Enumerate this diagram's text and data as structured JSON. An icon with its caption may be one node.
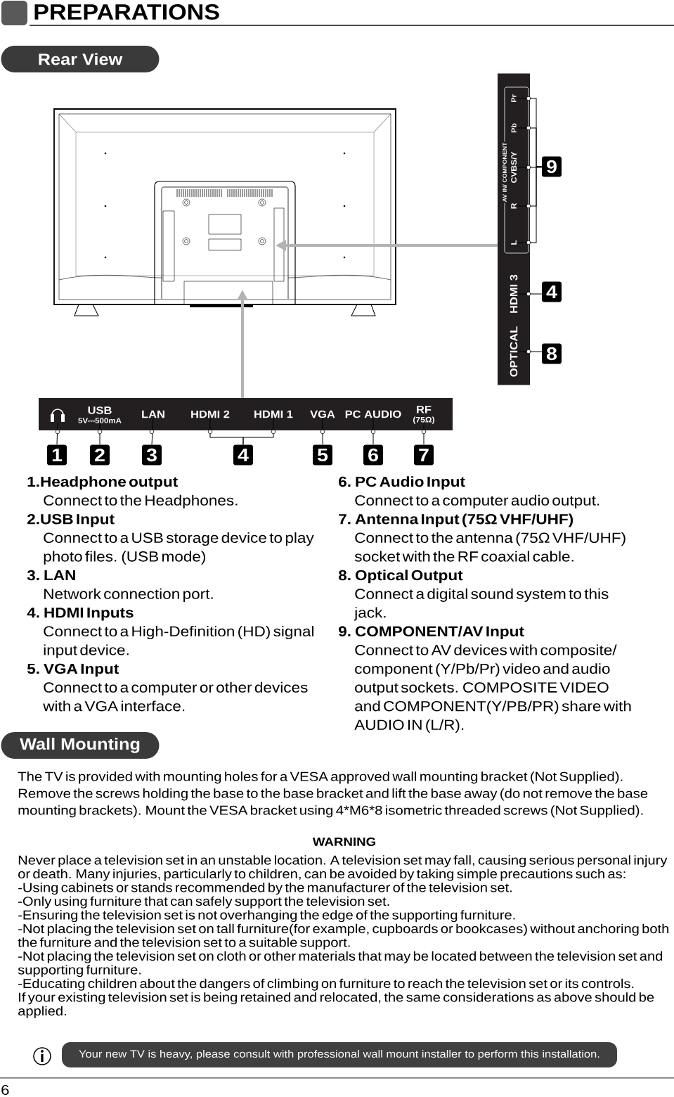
{
  "diagram": {
    "title": "PREPARATIONS",
    "nodes": [
      {
        "text": [
          "Rear View"
        ]
      },
      {
        "text": [],
        "shape": "picture"
      },
      {
        "text": [],
        "shape": "bar"
      },
      {
        "text": [
          "AV IN/ COMPONENT"
        ],
        "in": 2
      },
      {
        "text": [
          "L"
        ],
        "in": 3
      },
      {
        "text": [
          "R"
        ],
        "in": 3
      },
      {
        "text": [
          "CVBS/Y"
        ],
        "in": 3
      },
      {
        "text": [
          "Pb"
        ],
        "in": 3
      },
      {
        "text": [
          "Pr"
        ],
        "in": 3
      },
      {
        "text": [
          "HDMI 3"
        ],
        "in": 2
      },
      {
        "text": [
          "OPTICAL"
        ],
        "in": 2
      },
      {
        "text": [
          "9"
        ]
      },
      {
        "text": [
          "4"
        ]
      },
      {
        "text": [
          "8"
        ]
      },
      {
        "text": [],
        "shape": "bar"
      },
      {
        "text": [],
        "shape": "headphones",
        "in": 14
      },
      {
        "text": [
          "USB",
          "5V",
          "500mA"
        ],
        "in": 14
      },
      {
        "text": [
          "LAN"
        ],
        "in": 14
      },
      {
        "text": [
          "HDMI 2"
        ],
        "in": 14
      },
      {
        "text": [
          "HDMI 1"
        ],
        "in": 14
      },
      {
        "text": [
          "VGA"
        ],
        "in": 14
      },
      {
        "text": [
          "PC AUDIO"
        ],
        "in": 14
      },
      {
        "text": [
          "RF",
          "(75Ω)"
        ],
        "in": 14
      },
      {
        "text": [
          "1"
        ]
      },
      {
        "text": [
          "2"
        ]
      },
      {
        "text": [
          "3"
        ]
      },
      {
        "text": [
          "4"
        ]
      },
      {
        "text": [
          "5"
        ]
      },
      {
        "text": [
          "6"
        ]
      },
      {
        "text": [
          "7"
        ]
      },
      {
        "text": [
          "Wall Mounting"
        ]
      },
      {
        "text": [
          "Your new TV is heavy, please consult with professional wall mount installer to perform this installation."
        ]
      }
    ],
    "edges": [
      {
        "from": 14,
        "to": 1,
        "arrow": "to",
        "style": "thick",
        "color": "#b3b3b3"
      },
      {
        "from": 2,
        "to": 1,
        "arrow": "to",
        "style": "thick",
        "color": "#b3b3b3"
      },
      {
        "from": 4,
        "to": 11,
        "arrow": "none"
      },
      {
        "from": 5,
        "to": 11,
        "arrow": "none"
      },
      {
        "from": 6,
        "to": 11,
        "arrow": "none"
      },
      {
        "from": 7,
        "to": 11,
        "arrow": "none"
      },
      {
        "from": 8,
        "to": 11,
        "arrow": "none"
      },
      {
        "from": 9,
        "to": 12,
        "arrow": "none"
      },
      {
        "from": 10,
        "to": 13,
        "arrow": "none"
      },
      {
        "from": 15,
        "to": 23,
        "arrow": "none"
      },
      {
        "from": 16,
        "to": 24,
        "arrow": "none"
      },
      {
        "from": 17,
        "to": 25,
        "arrow": "none"
      },
      {
        "from": 18,
        "to": 26,
        "arrow": "none"
      },
      {
        "from": 19,
        "to": 26,
        "arrow": "none"
      },
      {
        "from": 20,
        "to": 27,
        "arrow": "none"
      },
      {
        "from": 21,
        "to": 28,
        "arrow": "none"
      },
      {
        "from": 22,
        "to": 29,
        "arrow": "none"
      }
    ],
    "labels": [
      "1.Headphone output",
      "Connect to the Headphones.",
      "2.USB Input",
      "Connect to a USB storage device to play photo files. (USB mode)",
      "3. LAN",
      "Network connection port.",
      "4. HDMI Inputs",
      "Connect to a High-Definition (HD) signal input device.",
      "5. VGA Input",
      "Connect to a computer or other devices with a VGA interface.",
      "6. PC Audio Input",
      "Connect to a computer audio output.",
      "7. Antenna Input (75Ω VHF/UHF)",
      "Connect to the antenna (75Ω VHF/UHF) socket with the RF coaxial cable.",
      "8. Optical Output",
      "Connect a digital sound system to this jack.",
      "9. COMPONENT/AV Input",
      "Connect to AV devices with composite/ component (Y/Pb/Pr) video and audio output sockets. COMPOSITE VIDEO and COMPONENT(Y/PB/PR) share with AUDIO IN (L/R).",
      "The TV is provided with mounting holes for a VESA approved wall mounting bracket (Not Supplied). Remove the screws holding the base to the base bracket and lift the base away (do not remove the base mounting brackets). Mount the VESA bracket using 4*M6*8 isometric threaded screws (Not Supplied).",
      "WARNING",
      "Never place a television set in an unstable location. A television set may fall, causing serious personal injury or death. Many injuries, particularly to children, can be avoided by taking simple precautions such as:",
      "-Using cabinets or stands recommended by the manufacturer of the television set.",
      "-Only using furniture that can safely support the television set.",
      "-Ensuring the television set is not overhanging the edge of the supporting furniture.",
      "-Not placing the television set on tall furniture(for example, cupboards or bookcases) without anchoring both the furniture and the television set to a suitable support.",
      "-Not placing the television set on cloth or other materials that may be located between the television set and supporting furniture.",
      "-Educating children about the dangers of climbing on furniture to reach the television set or its controls.",
      "If your existing television set is being retained and relocated, the same considerations as above should be applied.",
      "6"
    ]
  }
}
